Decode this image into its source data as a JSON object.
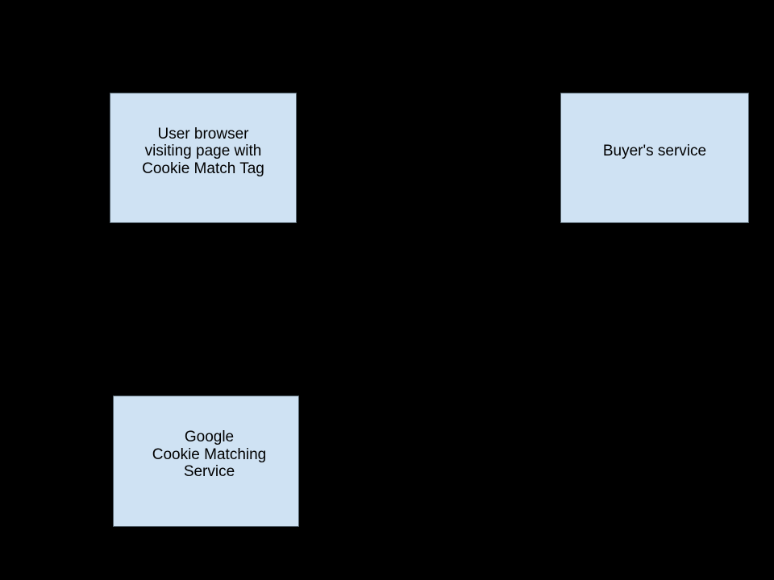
{
  "canvas": {
    "background_color": "#000000"
  },
  "diagram": {
    "colors": {
      "box_fill": "#cfe2f3",
      "box_border": "#55646e",
      "text": "#000000"
    },
    "nodes": [
      {
        "id": "user-browser",
        "lines": {
          "0": "User browser",
          "1": "visiting page with",
          "2": "Cookie Match Tag"
        }
      },
      {
        "id": "buyers-service",
        "lines": {
          "0": "Buyer's service"
        }
      },
      {
        "id": "google-cookie-matching-service",
        "lines": {
          "0": "Google",
          "1": "Cookie Matching",
          "2": "Service"
        }
      }
    ]
  }
}
